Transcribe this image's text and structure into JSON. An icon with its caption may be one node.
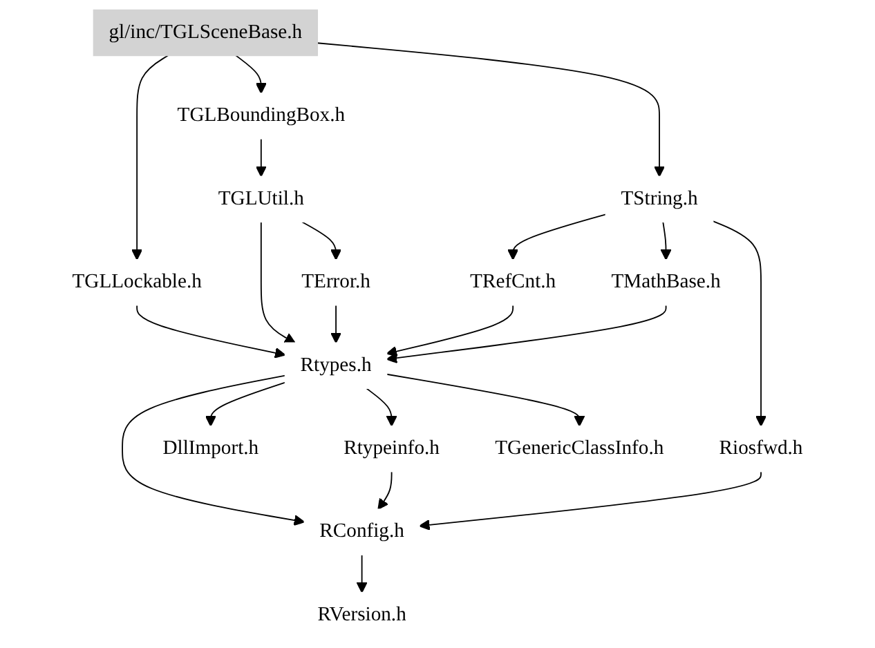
{
  "diagram": {
    "nodes": [
      {
        "text": [
          "gl/inc/TGLSceneBase.h"
        ]
      },
      {
        "text": [
          "TGLLockable.h"
        ]
      },
      {
        "text": [
          "TGLBoundingBox.h"
        ]
      },
      {
        "text": [
          "TGLUtil.h"
        ]
      },
      {
        "text": [
          "TString.h"
        ]
      },
      {
        "text": [
          "TError.h"
        ]
      },
      {
        "text": [
          "TRefCnt.h"
        ]
      },
      {
        "text": [
          "TMathBase.h"
        ]
      },
      {
        "text": [
          "Rtypes.h"
        ]
      },
      {
        "text": [
          "Riosfwd.h"
        ]
      },
      {
        "text": [
          "DllImport.h"
        ]
      },
      {
        "text": [
          "Rtypeinfo.h"
        ]
      },
      {
        "text": [
          "TGenericClassInfo.h"
        ]
      },
      {
        "text": [
          "RConfig.h"
        ]
      },
      {
        "text": [
          "RVersion.h"
        ]
      }
    ],
    "edges": [
      {
        "from": 0,
        "to": 1,
        "arrow": "to"
      },
      {
        "from": 0,
        "to": 2,
        "arrow": "to"
      },
      {
        "from": 0,
        "to": 4,
        "arrow": "to"
      },
      {
        "from": 1,
        "to": 8,
        "arrow": "to"
      },
      {
        "from": 2,
        "to": 3,
        "arrow": "to"
      },
      {
        "from": 3,
        "to": 5,
        "arrow": "to"
      },
      {
        "from": 3,
        "to": 8,
        "arrow": "to"
      },
      {
        "from": 4,
        "to": 6,
        "arrow": "to"
      },
      {
        "from": 4,
        "to": 7,
        "arrow": "to"
      },
      {
        "from": 4,
        "to": 9,
        "arrow": "to"
      },
      {
        "from": 5,
        "to": 8,
        "arrow": "to"
      },
      {
        "from": 6,
        "to": 8,
        "arrow": "to"
      },
      {
        "from": 7,
        "to": 8,
        "arrow": "to"
      },
      {
        "from": 8,
        "to": 10,
        "arrow": "to"
      },
      {
        "from": 8,
        "to": 11,
        "arrow": "to"
      },
      {
        "from": 8,
        "to": 12,
        "arrow": "to"
      },
      {
        "from": 8,
        "to": 13,
        "arrow": "to"
      },
      {
        "from": 11,
        "to": 13,
        "arrow": "to"
      },
      {
        "from": 9,
        "to": 13,
        "arrow": "to"
      },
      {
        "from": 13,
        "to": 14,
        "arrow": "to"
      }
    ]
  }
}
